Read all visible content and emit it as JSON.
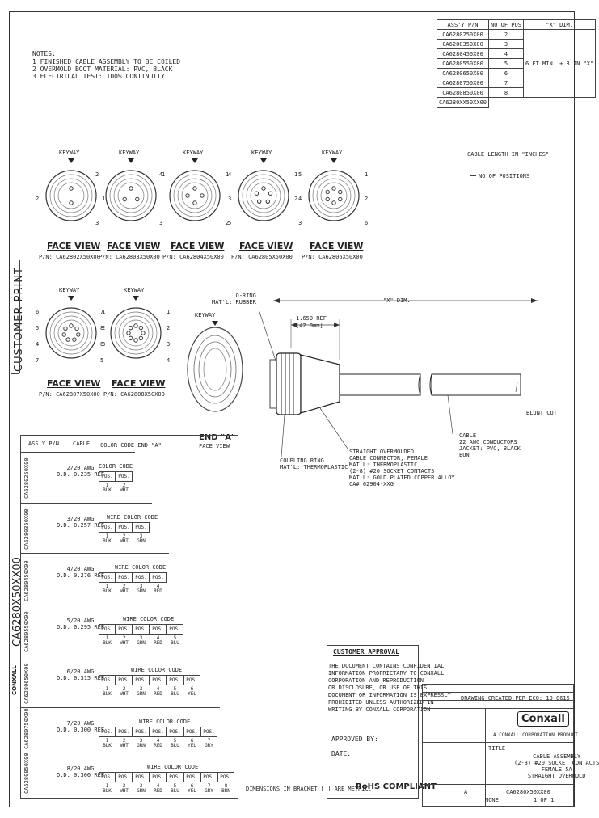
{
  "notes": {
    "title": "NOTES:",
    "items": [
      "1   FINISHED CABLE ASSEMBLY TO BE COILED",
      "2   OVERMOLD BOOT MATERIAL: PVC, BLACK",
      "3   ELECTRICAL TEST: 100% CONTINUITY"
    ]
  },
  "part_table": {
    "headers": [
      "ASS'Y P/N",
      "NO OF POS",
      "\"X\" DIM."
    ],
    "rows": [
      [
        "CA6280250X00",
        "2"
      ],
      [
        "CA6280350X00",
        "3"
      ],
      [
        "CA6280450X00",
        "4"
      ],
      [
        "CA6280550X00",
        "5"
      ],
      [
        "CA6280650X00",
        "6"
      ],
      [
        "CA6280750X00",
        "7"
      ],
      [
        "CA6280850X00",
        "8"
      ]
    ],
    "dim_value": "6 FT MIN. + 3 IN \"X\"",
    "pattern": "CA6280XX50XX00",
    "len_label": "CABLE LENGTH IN \"INCHES\"",
    "pos_label": "NO OF POSITIONS"
  },
  "face_views": [
    {
      "title": "FACE VIEW",
      "pn": "P/N: CA62802X50X00",
      "keyway": "KEYWAY",
      "pins": [
        "2",
        "1"
      ]
    },
    {
      "title": "FACE VIEW",
      "pn": "P/N: CA62803X50X00",
      "keyway": "KEYWAY",
      "pins": [
        "2",
        "1",
        "3"
      ]
    },
    {
      "title": "FACE VIEW",
      "pn": "P/N: CA62804X50X00",
      "keyway": "KEYWAY",
      "pins": [
        "4",
        "1",
        "3",
        "2"
      ]
    },
    {
      "title": "FACE VIEW",
      "pn": "P/N: CA62805X50X00",
      "keyway": "KEYWAY",
      "pins": [
        "4",
        "1",
        "3",
        "2",
        "5"
      ]
    },
    {
      "title": "FACE VIEW",
      "pn": "P/N: CA62806X50X00",
      "keyway": "KEYWAY",
      "pins": [
        "5",
        "1",
        "4",
        "2",
        "3",
        "6"
      ]
    },
    {
      "title": "FACE VIEW",
      "pn": "P/N: CA62807X50X00",
      "keyway": "KEYWAY",
      "pins": [
        "6",
        "1",
        "5",
        "2",
        "4",
        "3",
        "7"
      ]
    },
    {
      "title": "FACE VIEW",
      "pn": "P/N: CA62808X50X00",
      "keyway": "KEYWAY",
      "pins": [
        "7",
        "1",
        "8",
        "2",
        "6",
        "3",
        "5",
        "4"
      ]
    }
  ],
  "end_a": {
    "keyway": "KEYWAY",
    "title": "END \"A\"",
    "subtitle": "FACE VIEW"
  },
  "assembly": {
    "oring": "O-RING\nMAT'L: RUBBER",
    "dim_x": "\"X\" DIM.",
    "ref": "1.650 REF",
    "ref_mm": "[42.0mm]",
    "blunt": "BLUNT CUT",
    "cable": "CABLE\n22 AWG CONDUCTORS\nJACKET: PVC, BLACK\nEQN",
    "coupling": "COUPLING RING\nMAT'L: THERMOPLASTIC",
    "connector": "STRAIGHT OVERMOLDED\nCABLE CONNECTOR, FEMALE\nMAT'L: THERMOPLASTIC\n(2-8) #20 SOCKET CONTACTS\nMAT'L: GOLD PLATED COPPER ALLOY\nCA# 62904-XXG"
  },
  "color_table": {
    "h1": "ASS'Y P/N",
    "h2": "CABLE",
    "h3": "COLOR CODE END \"A\"",
    "rows": [
      {
        "pn": "CA6280250X00",
        "cable": "2/20 AWG\nO.D. 0.235 REF",
        "title": "COLOR CODE",
        "pos": [
          "POS. 1",
          "POS. 2"
        ],
        "col": [
          "BLK",
          "WHT"
        ]
      },
      {
        "pn": "CA6280350X00",
        "cable": "3/20 AWG\nO.D. 0.257 REF",
        "title": "WIRE COLOR CODE",
        "pos": [
          "POS. 1",
          "POS. 2",
          "POS. 3"
        ],
        "col": [
          "BLK",
          "WHT",
          "GRN"
        ]
      },
      {
        "pn": "CA6280450X00",
        "cable": "4/20 AWG\nO.D. 0.276 REF",
        "title": "WIRE COLOR CODE",
        "pos": [
          "POS. 1",
          "POS. 2",
          "POS. 3",
          "POS. 4"
        ],
        "col": [
          "BLK",
          "WHT",
          "GRN",
          "RED"
        ]
      },
      {
        "pn": "CA6280550X00",
        "cable": "5/20 AWG\nO.D. 0.295 REF",
        "title": "WIRE COLOR CODE",
        "pos": [
          "POS. 1",
          "POS. 2",
          "POS. 3",
          "POS. 4",
          "POS. 5"
        ],
        "col": [
          "BLK",
          "WHT",
          "GRN",
          "RED",
          "BLU"
        ]
      },
      {
        "pn": "CA6280650X00",
        "cable": "6/20 AWG\nO.D. 0.315 REF",
        "title": "WIRE COLOR CODE",
        "pos": [
          "POS. 1",
          "POS. 2",
          "POS. 3",
          "POS. 4",
          "POS. 5",
          "POS. 6"
        ],
        "col": [
          "BLK",
          "WHT",
          "GRN",
          "RED",
          "BLU",
          "YEL"
        ]
      },
      {
        "pn": "CA6280750X00",
        "cable": "7/20 AWG\nO.D. 0.300 REF",
        "title": "WIRE COLOR CODE",
        "pos": [
          "POS. 1",
          "POS. 2",
          "POS. 3",
          "POS. 4",
          "POS. 5",
          "POS. 6",
          "POS. 7"
        ],
        "col": [
          "BLK",
          "WHT",
          "GRN",
          "RED",
          "BLU",
          "YEL",
          "GRY"
        ]
      },
      {
        "pn": "CA6280850X00",
        "cable": "8/20 AWG\nO.D. 0.300 REF",
        "title": "WIRE COLOR CODE",
        "pos": [
          "POS. 1",
          "POS. 2",
          "POS. 3",
          "POS. 4",
          "POS. 5",
          "POS. 6",
          "POS. 7",
          "POS. 8"
        ],
        "col": [
          "BLK",
          "WHT",
          "GRN",
          "RED",
          "BLU",
          "YEL",
          "GRY",
          "BRN"
        ]
      }
    ]
  },
  "side_labels": {
    "customer_print": "CUSTOMER PRINT",
    "pn": "CA6280X50XX00",
    "conxall": "CONXALL"
  },
  "approval": {
    "title": "CUSTOMER APPROVAL",
    "body": "THE DOCUMENT CONTAINS CONFIDENTIAL\nINFORMATION PROPRIETARY TO CONXALL\nCORPORATION AND REPRODUCTION\nOR DISCLOSURE, OR USE OF THIS\nDOCUMENT OR INFORMATION IS EXPRESSLY\nPROHIBITED UNLESS AUTHORIZED IN\nWRITING BY CONXALL CORPORATION",
    "approved": "APPROVED BY:",
    "date": "DATE:"
  },
  "dimensions_note": "DIMENSIONS IN BRACKET [ ] ARE METRIC.",
  "rohs": "RoHS COMPLIANT",
  "title_block": {
    "rev_note": "DRAWING CREATED PER ECO: 19-0615",
    "logo": "Conxall",
    "company": "A CONXALL CORPORATION PRODUCT",
    "title_lbl": "TITLE",
    "title": "CABLE ASSEMBLY\n(2-8) #20 SOCKET CONTACTS\nFEMALE 5A\nSTRAIGHT OVERMOLD",
    "size": "A",
    "scale": "NONE",
    "dwg": "CA6280X50XX00",
    "sheet": "1 OF 1"
  }
}
